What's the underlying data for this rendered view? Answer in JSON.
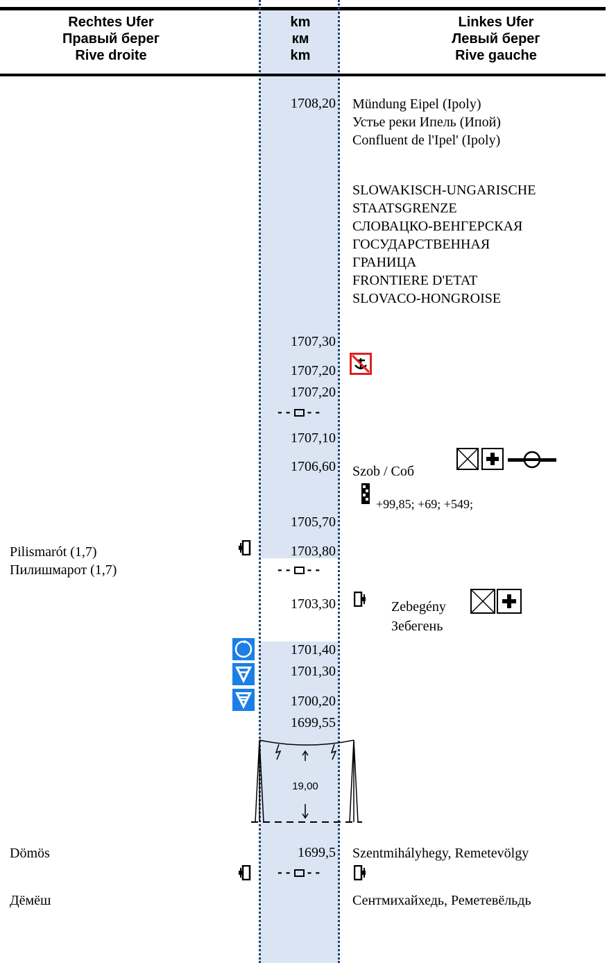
{
  "header": {
    "right_bank": [
      "Rechtes Ufer",
      "Правый берег",
      "Rive droite"
    ],
    "km": [
      "km",
      "км",
      "km"
    ],
    "left_bank": [
      "Linkes Ufer",
      "Левый берег",
      "Rive gauche"
    ]
  },
  "km_values": {
    "k1": "1708,20",
    "k2": "1707,30",
    "k3": "1707,20",
    "k4": "1707,20",
    "k5": "1707,10",
    "k6": "1706,60",
    "k7": "1705,70",
    "k8": "1703,80",
    "k9": "1703,30",
    "k10": "1701,40",
    "k11": "1701,30",
    "k12": "1700,20",
    "k13": "1699,55",
    "k14": "1699,5"
  },
  "left_bank": {
    "ipel": [
      "Mündung Eipel (Ipoly)",
      "Устье реки Ипель (Ипой)",
      "Confluent de l'Ipel' (Ipoly)"
    ],
    "border": [
      "SLOWAKISCH-UNGARISCHE",
      "STAATSGRENZE",
      "СЛОВАЦКО-ВЕНГЕРСКАЯ",
      "ГОСУДАРСТВЕННАЯ",
      "ГРАНИЦА",
      "FRONTIERE D'ETAT",
      "SLOVACO-HONGROISE"
    ],
    "szob": "Szob / Соб",
    "gauge": "+99,85; +69; +549;",
    "zebegeny": [
      "Zebegény",
      "Зебегень"
    ],
    "szentmihaly": [
      "Szentmihályhegy, Remetevölgy",
      "Сентмихайхедь, Реметевёльдь"
    ]
  },
  "right_bank": {
    "pilismarot": [
      "Pilismarót (1,7)",
      "Пилишмарот (1,7)"
    ],
    "domos": [
      "Dömös",
      "Дёмёш"
    ]
  },
  "power_line": {
    "clearance": "19,00"
  },
  "colors": {
    "km_column": "#dae4f3",
    "dots": "#1f3f6e",
    "blue_sign": "#1c7fe6",
    "red_sign": "#e02020"
  }
}
